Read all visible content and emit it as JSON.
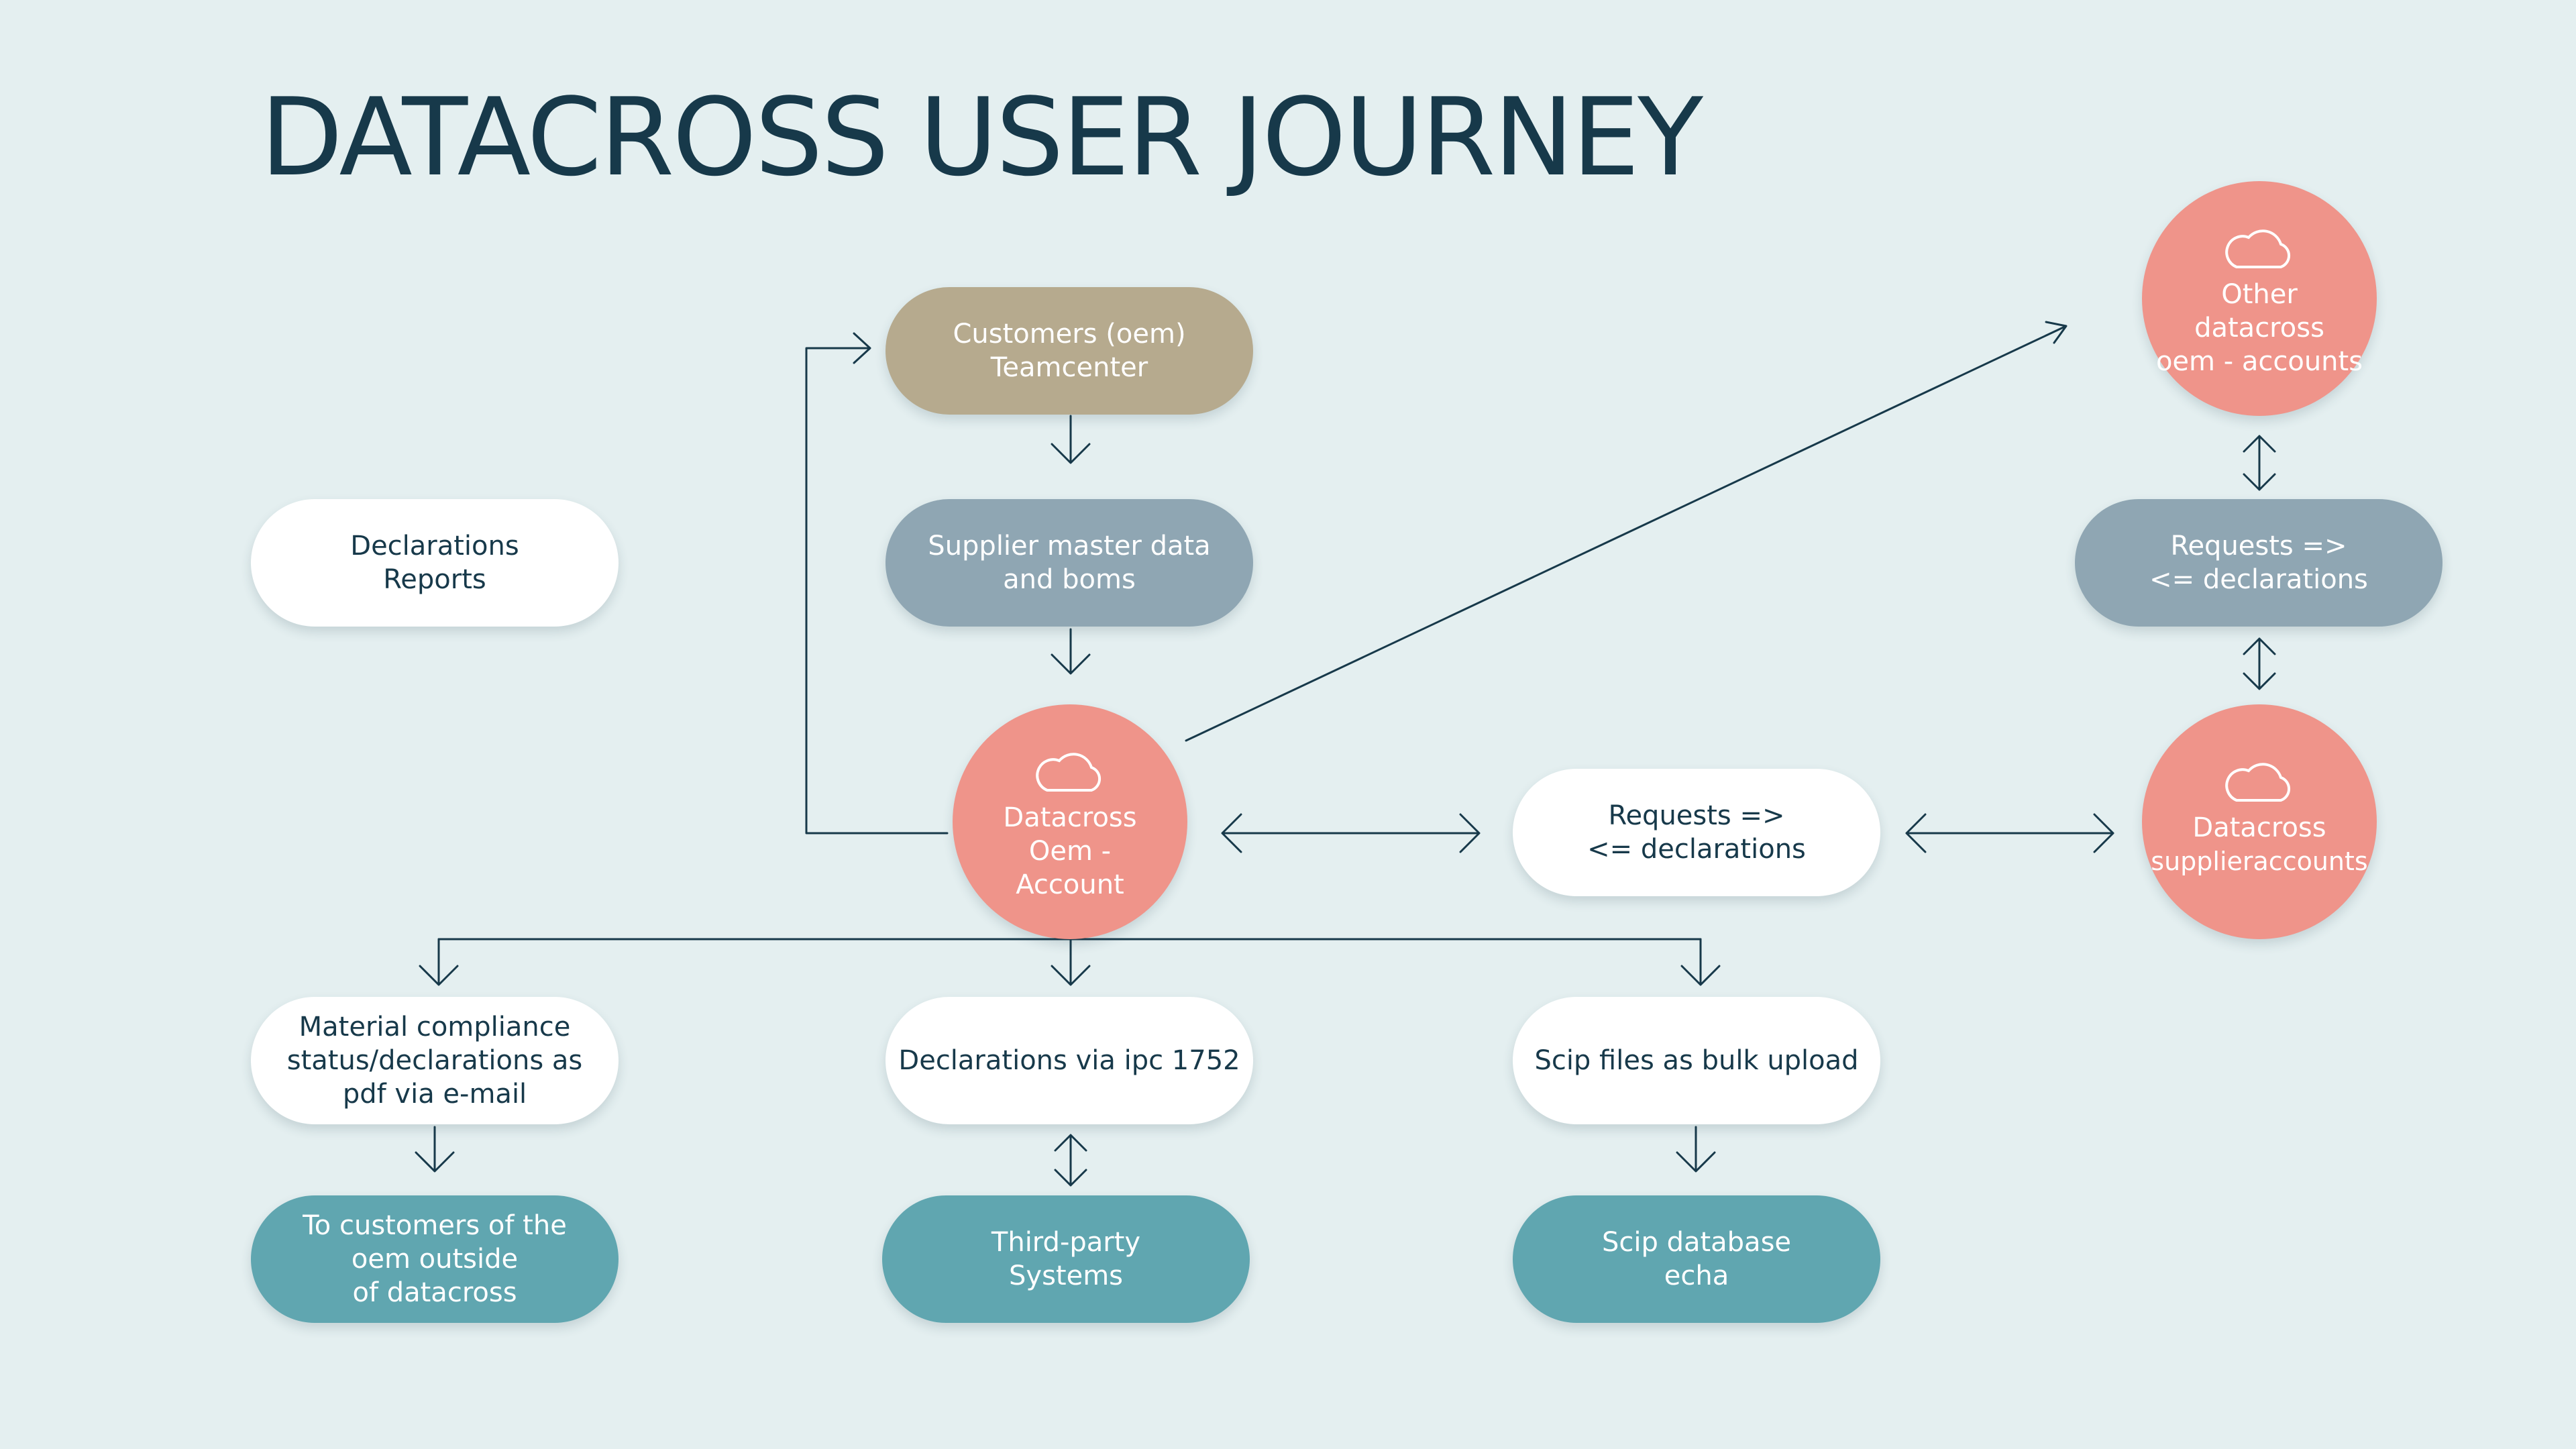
{
  "title": "DATACROSS USER JOURNEY",
  "colors": {
    "background": "#e4eff0",
    "title": "#17394a",
    "white_node": "#ffffff",
    "tan_node": "#b6aa8e",
    "grey_node": "#8fa6b3",
    "teal_node": "#60a6b0",
    "coral_node": "#ef948a",
    "connector": "#17394a"
  },
  "nodes": {
    "declarations_reports": {
      "lines": [
        "Declarations",
        "Reports"
      ]
    },
    "customers_oem": {
      "lines": [
        "Customers (oem)",
        "Teamcenter"
      ]
    },
    "supplier_master": {
      "lines": [
        "Supplier master data",
        "and boms"
      ]
    },
    "oem_account": {
      "lines": [
        "Datacross",
        "Oem -",
        "Account"
      ],
      "icon": "cloud-icon"
    },
    "requests_center": {
      "lines": [
        "Requests =>",
        "<= declarations"
      ]
    },
    "supplier_accounts": {
      "lines": [
        "Datacross",
        "supplieraccounts"
      ],
      "icon": "cloud-icon"
    },
    "other_accounts": {
      "lines": [
        "Other",
        "datacross",
        "oem - accounts"
      ],
      "icon": "cloud-icon"
    },
    "requests_right": {
      "lines": [
        "Requests =>",
        "<= declarations"
      ]
    },
    "material_compliance": {
      "lines": [
        "Material compliance",
        "status/declarations as",
        "pdf via e-mail"
      ]
    },
    "declarations_ipc": {
      "lines": [
        "Declarations via ipc 1752"
      ]
    },
    "scip_files": {
      "lines": [
        "Scip files as bulk upload"
      ]
    },
    "customers_outside": {
      "lines": [
        "To customers of the",
        "oem outside",
        "of datacross"
      ]
    },
    "third_party": {
      "lines": [
        "Third-party",
        "Systems"
      ]
    },
    "scip_database": {
      "lines": [
        "Scip database",
        "echa"
      ]
    }
  }
}
